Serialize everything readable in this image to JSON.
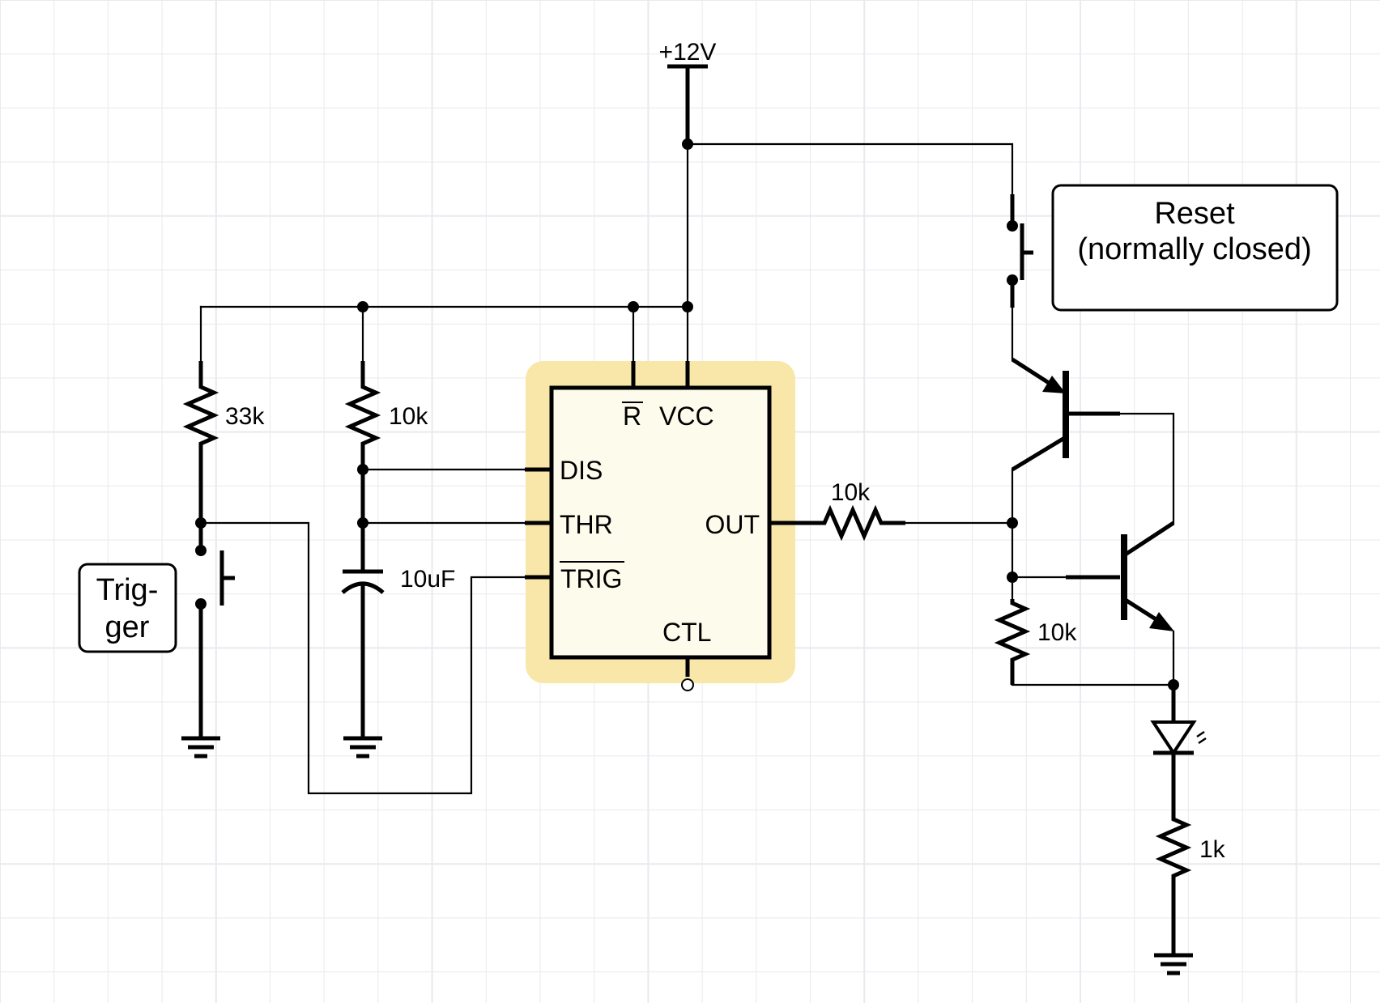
{
  "diagram": {
    "supply_label": "+12V",
    "ic": {
      "pins": {
        "reset": "R",
        "vcc": "VCC",
        "dis": "DIS",
        "thr": "THR",
        "trig": "TRIG",
        "out": "OUT",
        "ctl": "CTL"
      }
    },
    "components": {
      "r_33k": "33k",
      "r_10k_timing": "10k",
      "c_10uf": "10uF",
      "r_10k_base": "10k",
      "r_10k_pulldown": "10k",
      "r_1k": "1k"
    },
    "callouts": {
      "trigger_line1": "Trig-",
      "trigger_line2": "ger",
      "reset_line1": "Reset",
      "reset_line2": "(normally closed)"
    }
  },
  "colors": {
    "wire": "#000000",
    "ic_body": "#fdfbeb",
    "ic_highlight": "#f8e7a8",
    "grid": "#e9e9ef"
  }
}
